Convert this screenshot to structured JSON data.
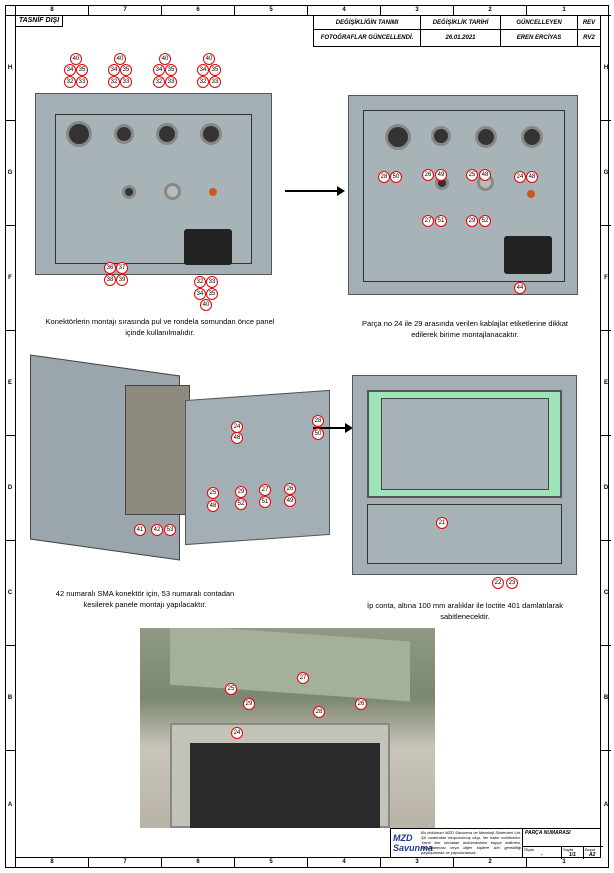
{
  "classification": "TASNİF DIŞI",
  "column_numbers": [
    "8",
    "7",
    "6",
    "5",
    "4",
    "3",
    "2",
    "1"
  ],
  "row_letters": [
    "H",
    "G",
    "F",
    "E",
    "D",
    "C",
    "B",
    "A"
  ],
  "revision_table": {
    "headers": [
      "DEĞİŞİKLİĞİN TANIMI",
      "DEĞİŞİKLİK TARİHİ",
      "GÜNCELLEYEN",
      "REV"
    ],
    "row": [
      "FOTOĞRAFLAR GÜNCELLENDİ.",
      "26.01.2021",
      "EREN ERCİYAS",
      "RV2"
    ]
  },
  "captions": {
    "step1": "Konektörlerin montajı sırasında pul ve rondela somundan önce panel içinde kullanılmalıdır.",
    "step2": "Parça no 24 ile 29 arasında verilen kablajlar etiketlerine dikkat edilerek birime montajlanacaktır.",
    "step3": "42 numaralı SMA konektör için, 53 numaralı contadan kesilerek panele montajı yapılacaktır.",
    "step4": "İp conta, altına 100 mm aralıklar ile loctite 401 damlatılarak sabitlenecektir."
  },
  "balloons": {
    "view1": [
      "40",
      "34",
      "35",
      "32",
      "33",
      "40",
      "34",
      "35",
      "32",
      "33",
      "40",
      "34",
      "35",
      "32",
      "33",
      "40",
      "34",
      "35",
      "32",
      "33",
      "36",
      "37",
      "38",
      "39",
      "32",
      "33",
      "34",
      "35",
      "40"
    ],
    "view2": [
      "28",
      "50",
      "26",
      "49",
      "25",
      "48",
      "24",
      "48",
      "27",
      "51",
      "29",
      "52",
      "44"
    ],
    "view3": [
      "24",
      "48",
      "28",
      "50",
      "25",
      "48",
      "29",
      "52",
      "27",
      "51",
      "26",
      "49",
      "41",
      "42",
      "53"
    ],
    "view4": [
      "21",
      "22",
      "23"
    ],
    "photo": [
      "25",
      "27",
      "29",
      "28",
      "26",
      "24"
    ]
  },
  "title_block": {
    "logo": "MZD Savunma",
    "notice": "Bu doküman MZD Savunma ve Metalurji Sistemleri Ltd. Şti. tarafından oluşturulmuş olup, her hakkı mahfuzdur. Yazılı izin olmadan dokümanların kopya edilmesi, kopyalanması veya diğer kişilere izin gerekliliği paylaşılamaz ve yayınlanamaz.",
    "part_number_label": "PARÇA NUMARASI",
    "scale_label": "Ölçek",
    "scale": "-",
    "sheet_label": "Sayfa",
    "sheet": "1/1",
    "size_label": "Boyut",
    "size": "A2"
  },
  "colors": {
    "balloon": "#e00000",
    "plate": "#a3afb4",
    "seal": "#9fe3b8"
  }
}
